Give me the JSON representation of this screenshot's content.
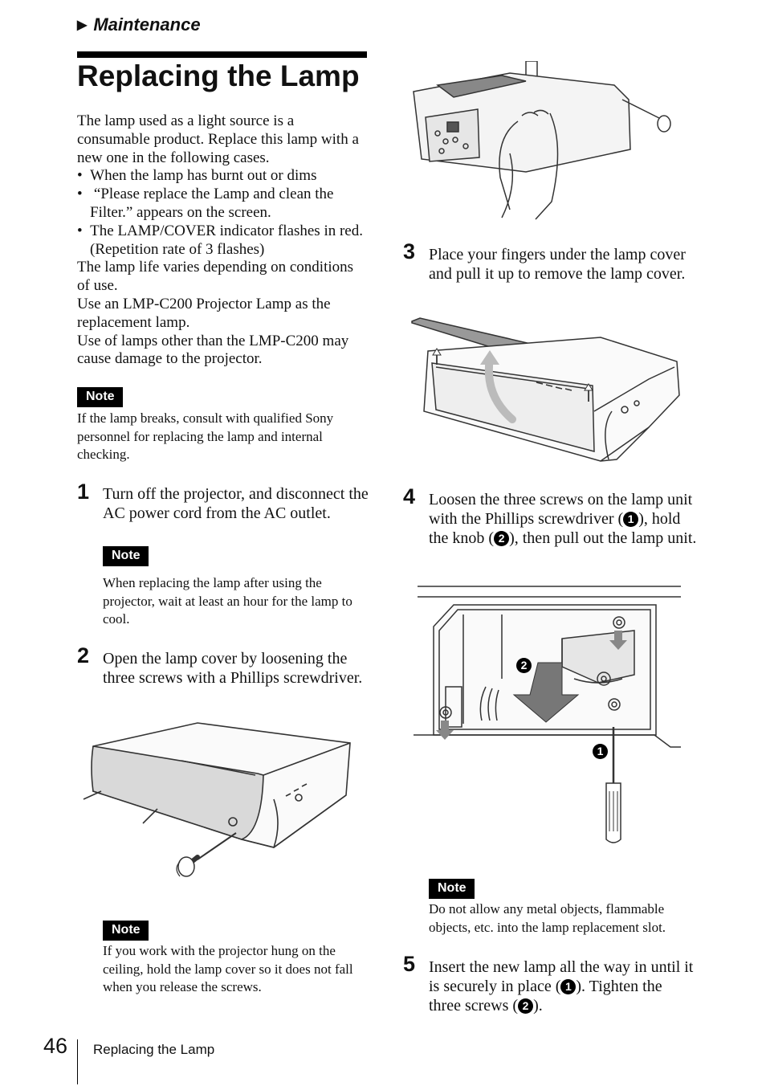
{
  "header": {
    "section_marker": "▶",
    "section_title": "Maintenance",
    "page_title": "Replacing the Lamp"
  },
  "intro": {
    "p1": "The lamp used as a light source is a consumable product. Replace this lamp with a new one in the following cases.",
    "bullets": [
      "When the lamp has burnt out or dims",
      " “Please replace the Lamp and clean the Filter.” appears on the screen.",
      "The LAMP/COVER indicator flashes in red. (Repetition rate of 3 flashes)"
    ],
    "p2": "The lamp life varies depending on conditions of use.",
    "p3": "Use an LMP-C200 Projector Lamp as the replacement lamp.",
    "p4": "Use of lamps other than the LMP-C200 may cause damage to the projector."
  },
  "notes": {
    "label": "Note",
    "n1": "If the lamp breaks, consult with qualified Sony personnel for replacing the lamp and internal checking.",
    "n2": "When replacing the lamp after using the projector, wait at least an hour for the lamp to cool.",
    "n3": "If you work with the projector hung on the ceiling, hold the lamp cover so it does not fall when you release the screws.",
    "n4": "Do not allow any metal objects, flammable objects, etc. into the lamp replacement slot."
  },
  "steps": {
    "s1": {
      "num": "1",
      "text": "Turn off the projector, and disconnect the AC power cord from the AC outlet."
    },
    "s2": {
      "num": "2",
      "text": "Open the lamp cover by loosening the three screws with a Phillips screwdriver."
    },
    "s3": {
      "num": "3",
      "text": "Place your fingers under the lamp cover and pull it up to remove the lamp cover."
    },
    "s4": {
      "num": "4",
      "text_a": "Loosen the three screws on the lamp unit with the Phillips screwdriver (",
      "text_b": "), hold the knob (",
      "text_c": "), then pull out the lamp unit."
    },
    "s5": {
      "num": "5",
      "text_a": "Insert the new lamp all the way in until it is securely in place (",
      "text_b": "). Tighten the three screws (",
      "text_c": ")."
    }
  },
  "callouts": {
    "one": "1",
    "two": "2"
  },
  "footer": {
    "page_number": "46",
    "running_title": "Replacing the Lamp"
  }
}
